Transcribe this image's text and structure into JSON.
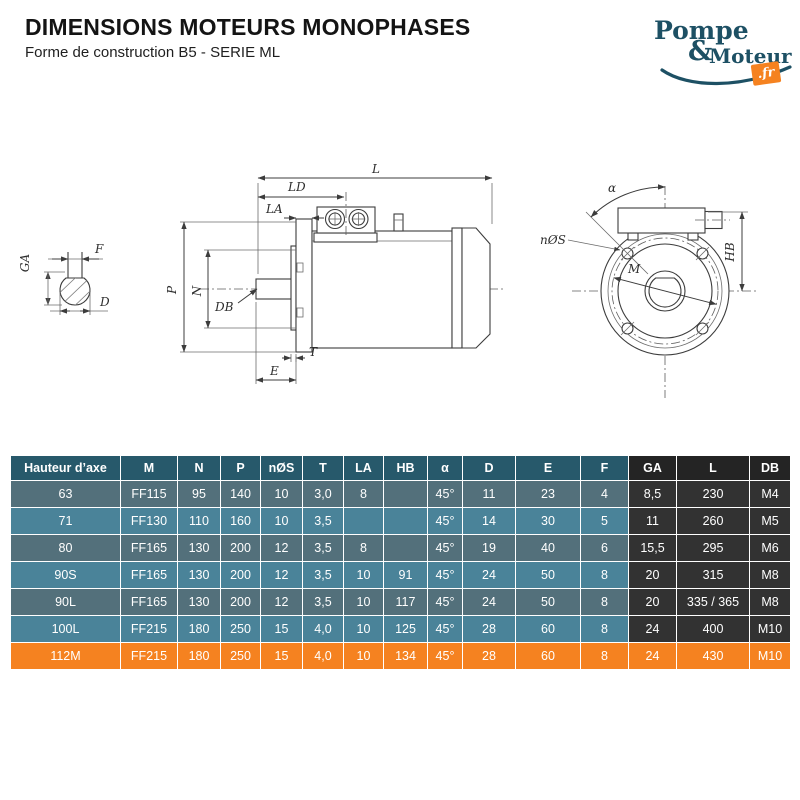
{
  "header": {
    "title": "DIMENSIONS MOTEURS MONOPHASES",
    "subtitle": "Forme de construction B5 - SERIE ML"
  },
  "logo": {
    "word1": "Pompe",
    "ampersand": "&",
    "word2": "Moteur",
    "tld": ".fr"
  },
  "diagram": {
    "shaft_view": {
      "ga": "GA",
      "f": "F",
      "d": "D"
    },
    "side_view": {
      "l": "L",
      "ld": "LD",
      "la": "LA",
      "p": "P",
      "n": "N",
      "db": "DB",
      "t": "T",
      "e": "E"
    },
    "front_view": {
      "alpha": "α",
      "n_phi_s": "nØS",
      "m": "M",
      "hb": "HB"
    }
  },
  "table": {
    "dark_columns_start": 12,
    "columns": [
      "Hauteur d’axe",
      "M",
      "N",
      "P",
      "nØS",
      "T",
      "LA",
      "HB",
      "α",
      "D",
      "E",
      "F",
      "GA",
      "L",
      "DB"
    ],
    "rows": [
      {
        "highlight": false,
        "values": [
          "63",
          "FF115",
          "95",
          "140",
          "10",
          "3,0",
          "8",
          "",
          "45°",
          "11",
          "23",
          "4",
          "8,5",
          "230",
          "M4"
        ]
      },
      {
        "highlight": false,
        "values": [
          "71",
          "FF130",
          "110",
          "160",
          "10",
          "3,5",
          "",
          "",
          "45°",
          "14",
          "30",
          "5",
          "11",
          "260",
          "M5"
        ]
      },
      {
        "highlight": false,
        "values": [
          "80",
          "FF165",
          "130",
          "200",
          "12",
          "3,5",
          "8",
          "",
          "45°",
          "19",
          "40",
          "6",
          "15,5",
          "295",
          "M6"
        ]
      },
      {
        "highlight": false,
        "values": [
          "90S",
          "FF165",
          "130",
          "200",
          "12",
          "3,5",
          "10",
          "91",
          "45°",
          "24",
          "50",
          "8",
          "20",
          "315",
          "M8"
        ]
      },
      {
        "highlight": false,
        "values": [
          "90L",
          "FF165",
          "130",
          "200",
          "12",
          "3,5",
          "10",
          "117",
          "45°",
          "24",
          "50",
          "8",
          "20",
          "335 / 365",
          "M8"
        ]
      },
      {
        "highlight": false,
        "values": [
          "100L",
          "FF215",
          "180",
          "250",
          "15",
          "4,0",
          "10",
          "125",
          "45°",
          "28",
          "60",
          "8",
          "24",
          "400",
          "M10"
        ]
      },
      {
        "highlight": true,
        "values": [
          "112M",
          "FF215",
          "180",
          "250",
          "15",
          "4,0",
          "10",
          "134",
          "45°",
          "28",
          "60",
          "8",
          "24",
          "430",
          "M10"
        ]
      }
    ]
  },
  "colors": {
    "accent_orange": "#f58220",
    "header_teal": "#27596b",
    "row_teal_dark": "#53707b",
    "row_teal_light": "#4a8399",
    "dark_column": "#323232",
    "logo_teal": "#1d5064"
  }
}
